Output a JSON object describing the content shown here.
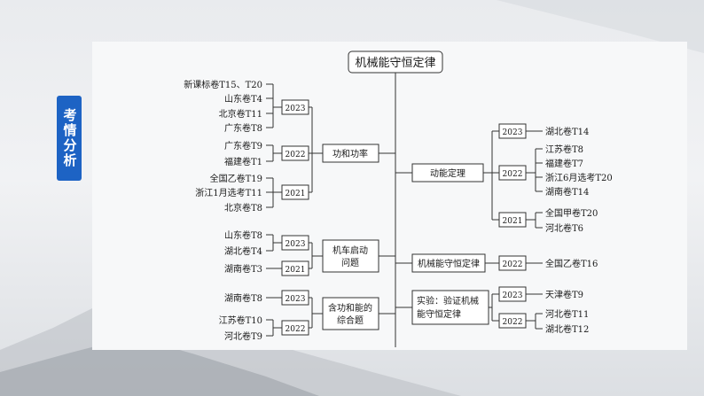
{
  "badge": "考情分析",
  "root": "机械能守恒定律",
  "left": [
    {
      "topic": "功和功率",
      "groups": [
        {
          "year": "2023",
          "items": [
            "新课标卷T15、T20",
            "山东卷T4",
            "北京卷T11",
            "广东卷T8"
          ]
        },
        {
          "year": "2022",
          "items": [
            "广东卷T9",
            "福建卷T1"
          ]
        },
        {
          "year": "2021",
          "items": [
            "全国乙卷T19",
            "浙江1月选考T11",
            "北京卷T8"
          ]
        }
      ]
    },
    {
      "topic": "机车启动问题",
      "groups": [
        {
          "year": "2023",
          "items": [
            "山东卷T8",
            "湖北卷T4"
          ]
        },
        {
          "year": "2021",
          "items": [
            "湖南卷T3"
          ]
        }
      ]
    },
    {
      "topic": "含功和能的综合题",
      "groups": [
        {
          "year": "2023",
          "items": [
            "湖南卷T8"
          ]
        },
        {
          "year": "2022",
          "items": [
            "江苏卷T10",
            "河北卷T9"
          ]
        }
      ]
    }
  ],
  "right": [
    {
      "topic": "动能定理",
      "groups": [
        {
          "year": "2023",
          "items": [
            "湖北卷T14"
          ]
        },
        {
          "year": "2022",
          "items": [
            "江苏卷T8",
            "福建卷T7",
            "浙江6月选考T20",
            "湖南卷T14"
          ]
        },
        {
          "year": "2021",
          "items": [
            "全国甲卷T20",
            "河北卷T6"
          ]
        }
      ]
    },
    {
      "topic": "机械能守恒定律",
      "groups": [
        {
          "year": "2022",
          "items": [
            "全国乙卷T16"
          ]
        }
      ]
    },
    {
      "topic": "实验：验证机械能守恒定律",
      "groups": [
        {
          "year": "2023",
          "items": [
            "天津卷T9"
          ]
        },
        {
          "year": "2022",
          "items": [
            "河北卷T11",
            "湖北卷T12"
          ]
        }
      ]
    }
  ]
}
